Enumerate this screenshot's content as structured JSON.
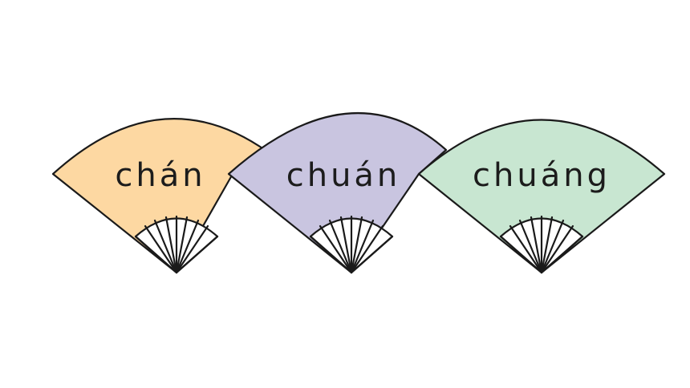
{
  "fans": [
    {
      "label": "chán",
      "color": "#fdd8a2"
    },
    {
      "label": "chuán",
      "color": "#c9c5e0"
    },
    {
      "label": "chuáng",
      "color": "#c8e6d1"
    }
  ]
}
